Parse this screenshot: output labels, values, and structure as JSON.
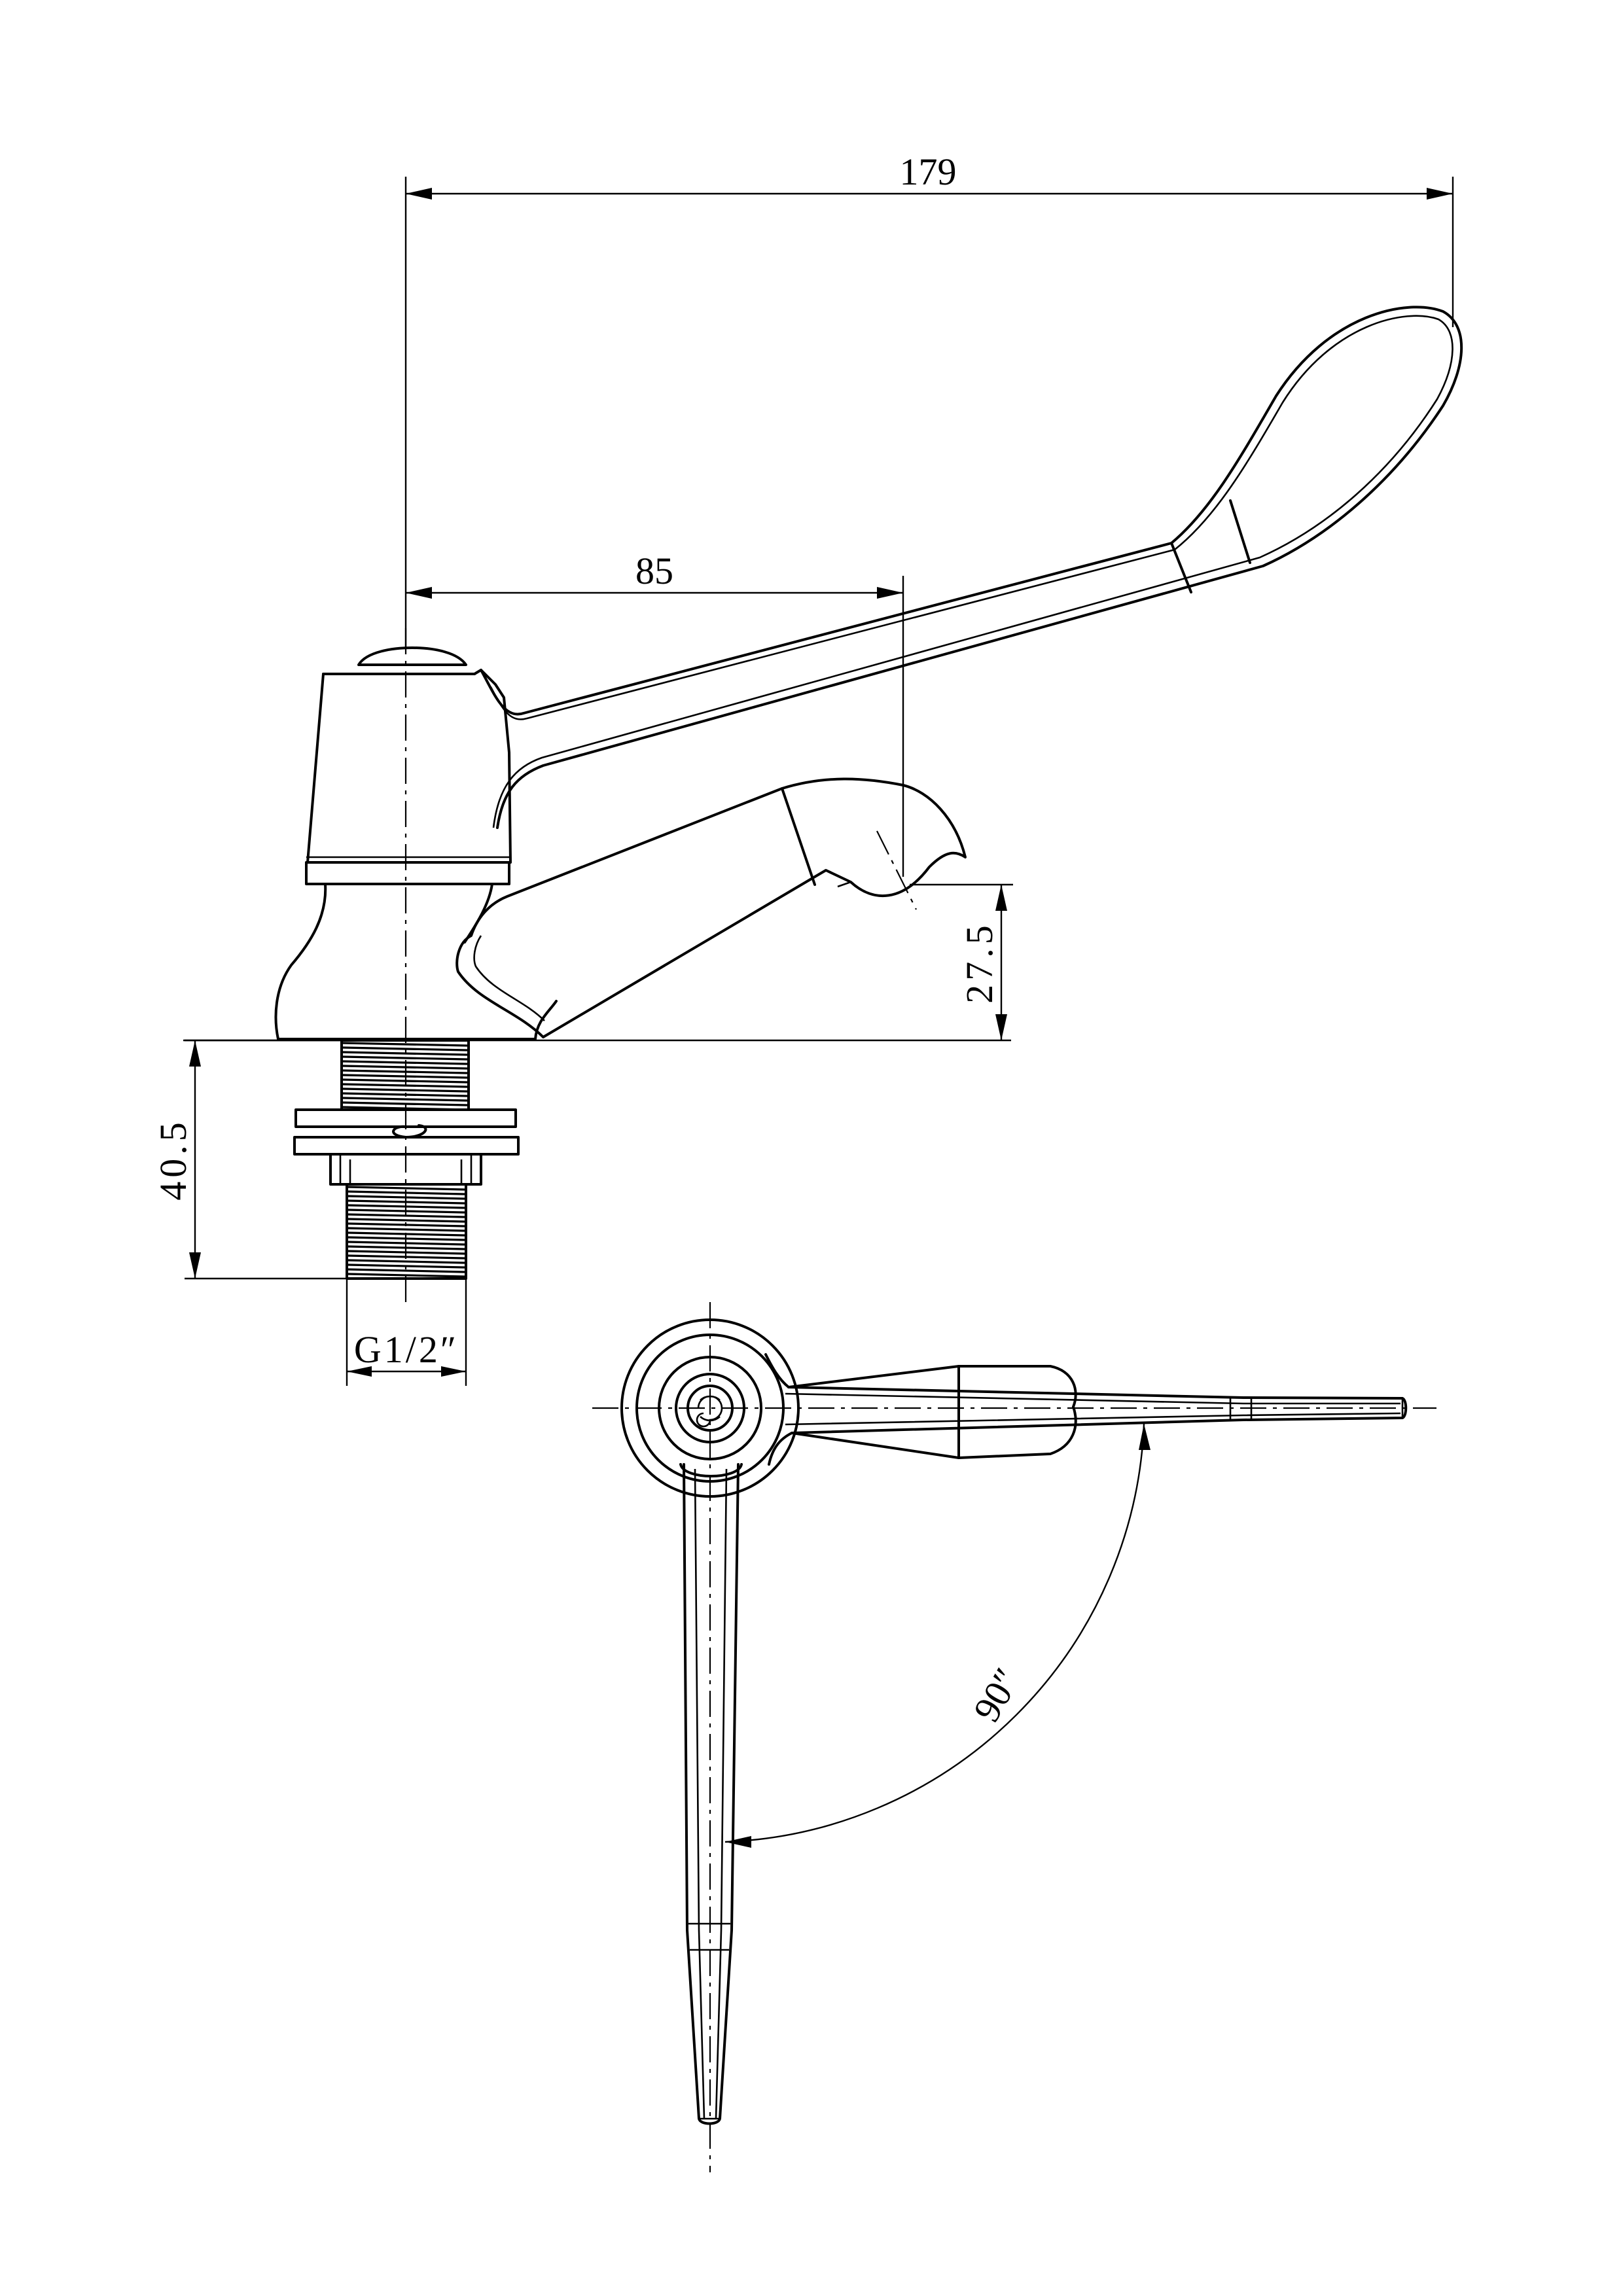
{
  "drawing": {
    "dimensions": {
      "overall_length": "179",
      "spout_reach": "85",
      "spout_height": "27.5",
      "tail_length": "40.5",
      "thread_size": "G1/2″",
      "handle_rotation": "90″"
    },
    "stroke_color": "#000000",
    "background_color": "#ffffff"
  }
}
